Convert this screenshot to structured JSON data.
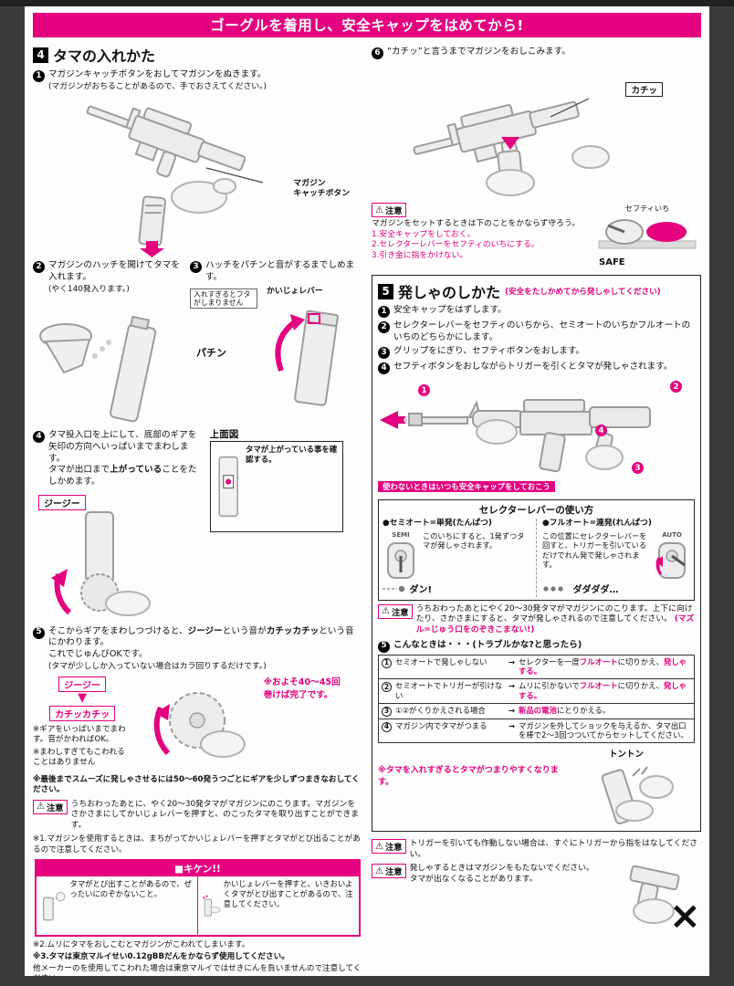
{
  "accent_pink": "#e4007f",
  "glyphs": {
    "warning": "⚠",
    "down": "▼"
  },
  "banner": "ゴーグルを着用し、安全キャップをはめてから!",
  "load": {
    "num": "4",
    "title": "タマの入れかた",
    "s1": {
      "n": "1",
      "t": "マガジンキャッチボタンをおしてマガジンをぬきます。",
      "sub": "(マガジンがおちることがあるので、手でおさえてください。)",
      "label1": "マガジン",
      "label2": "キャッチボタン"
    },
    "s2": {
      "n": "2",
      "t": "マガジンのハッチを開けてタマを入れます。",
      "sub": "(やく140発入ります。)"
    },
    "s3": {
      "n": "3",
      "t": "ハッチをパチンと音がするまでしめます。",
      "warn": "入れすぎるとフタがしまりません",
      "lever": "かいじょレバー",
      "sound": "パチン"
    },
    "s4": {
      "n": "4",
      "t1": "タマ投入口を上にして、底部のギアを矢印の方向へいっぱいまでまわします。",
      "t2a": "タマが出口まで",
      "t2b": "上がっている",
      "t2c": "ことをたしかめます。",
      "topview": "上面図",
      "check": "タマが上がっている事を確認する。",
      "sound": "ジージー"
    },
    "s5": {
      "n": "5",
      "t1a": "そこからギアをまわしつづけると、",
      "t1b": "ジージー",
      "t1c": "という音が",
      "t1d": "カチッカチッ",
      "t1e": "という音にかわります。",
      "t2": "これでじゅんびOKです。",
      "sub": "(タマが少ししか入っていない場合はカラ回りするだけです。)",
      "sound1": "ジージー",
      "sound2": "カチッカチッ",
      "n1": "※ギアをいっぱいまでまわす。音がかわればOK。",
      "n2": "※まわしすぎてもこわれることはありません",
      "n3a": "※およそ40〜45回",
      "n3b": "巻けば完了です。"
    },
    "smooth": "※最後までスムーズに発しゃさせるには50〜60発うつごとにギアを少しずつまきなおしてください。",
    "caution_label": "注意",
    "caution": "うちおわったあとに、やく20〜30発タマがマガジンにのこります。マガジンをさかさまにしてかいじょレバーを押すと、のこったタマを取り出すことができます。",
    "note1": "※1.マガジンを使用するときは、まちがってかいじょレバーを押すとタマがとび出ることがあるので注意してください。",
    "danger": {
      "title": "■キケン!!",
      "left": "タマがとび出すことがあるので、ぜったいにのぞかないこと。",
      "right": "かいじょレバーを押すと、いきおいよくタマがとび出すことがあるので、注意してください。"
    },
    "note2": "※2.ムリにタマをおしこむとマガジンがこわれてしまいます。",
    "note3": "※3.タマは東京マルイせい0.12gBBだんをかならず使用してください。",
    "note3b": "他メーカーのを使用してこわれた場合は東京マルイではせきにんを負いませんので注意してください。"
  },
  "insert": {
    "num": "6",
    "t": "“カチッ”と言うまでマガジンをおしこみます。",
    "sound": "カチッ",
    "caution_label": "注意",
    "intro": "マガジンをセットするときは下のことをかならず守ろう。",
    "r1": "1.安全キャップをしておく。",
    "r2": "2.セレクターレバーをセフティのいちにする。",
    "r3": "3.引き金に指をかけない。",
    "pos_label": "セフティいち",
    "safe": "SAFE"
  },
  "fire": {
    "num": "5",
    "title": "発しゃのしかた",
    "subtitle": "(安全をたしかめてから発しゃしてください)",
    "s1": {
      "n": "1",
      "t": "安全キャップをはずします。"
    },
    "s2": {
      "n": "2",
      "t": "セレクターレバーをセフティのいちから、セミオートのいちかフルオートのいちのどちらかにします。"
    },
    "s3": {
      "n": "3",
      "t": "グリップをにぎり、セフティボタンをおします。"
    },
    "s4": {
      "n": "4",
      "t": "セフティボタンをおしながらトリガーを引くとタマが発しゃされます。"
    },
    "marks": {
      "m1": "1",
      "m2": "2",
      "m3": "3",
      "m4": "4"
    },
    "cap_note": "使わないときはいつも安全キャップをしておこう",
    "selector": {
      "title": "セレクターレバーの使い方",
      "semi_h": "●セミオート=単発(たんぱつ)",
      "auto_h": "●フルオート=連発(れんぱつ)",
      "semi": "SEMI",
      "auto": "AUTO",
      "semi_d": "このいちにすると、1発ずつタマが発しゃされます。",
      "semi_s": "ダン!",
      "auto_d": "この位置にセレクターレバーを回すと、トリガーを引いているだけでれん発で発しゃされます。",
      "auto_s": "ダダダダ…"
    },
    "caution_label": "注意",
    "c1a": "うちおわったあとにやく20〜30発タマがマガジンにのこります。上下に向けたり、さかさまにすると、タマが発しゃされるので注意してください。",
    "c1b": "(マズル=じゅう口をのぞきこまない!)",
    "s5": {
      "n": "5",
      "t": "こんなときは・・・(トラブルかな?と思ったら)"
    },
    "trouble": [
      {
        "no": "1",
        "p": "セミオートで発しゃしない",
        "a": "→",
        "f1": "セレクターを一度",
        "f2": "フルオート",
        "f3": "に切りかえ、",
        "f4": "発しゃする。"
      },
      {
        "no": "2",
        "p": "セミオートでトリガーが引けない",
        "a": "→",
        "f1": "ムリに引かないで",
        "f2": "フルオート",
        "f3": "に切りかえ、",
        "f4": "発しゃする。"
      },
      {
        "no": "3",
        "p": "①②がくりかえされる場合",
        "a": "→",
        "f1": "",
        "f2": "新品の電池",
        "f3": "にとりかえる。",
        "f4": ""
      },
      {
        "no": "4",
        "p": "マガジン内でタマがつまる",
        "a": "→",
        "f1": "マガジンを外してショックを与えるか、タマ出口を棒で2〜3回つついてからセットしてください。",
        "f2": "",
        "f3": "",
        "f4": ""
      }
    ],
    "jam_note": "※タマを入れすぎるとタマがつまりやすくなります。",
    "ton": "トントン",
    "c2": "トリガーを引いても作動しない場合は、すぐにトリガーから指をはなしてください。",
    "c3a": "発しゃするときはマガジンをもたないでください。",
    "c3b": "タマが出なくなることがあります。",
    "x": "×"
  }
}
